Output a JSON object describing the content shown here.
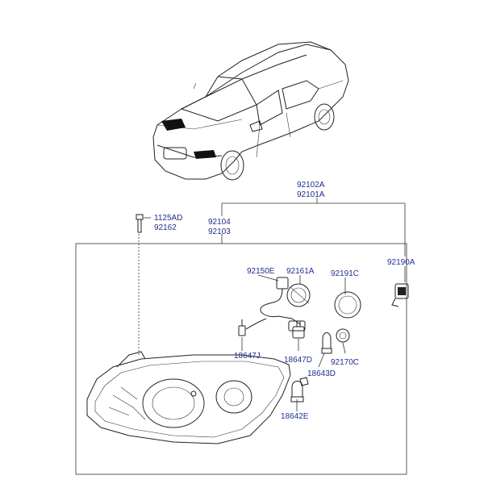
{
  "labels": {
    "assy_rh": "92102A",
    "assy_lh": "92101A",
    "housing_rh": "92104",
    "housing_lh": "92103",
    "bolt": "1125AD",
    "bolt2": "92162",
    "harness": "92150E",
    "cap_low": "92161A",
    "cap_high": "92191C",
    "leveling_unit": "92190A",
    "bulb_j": "18647J",
    "bulb_d": "18647D",
    "bulb_643d": "18643D",
    "socket_170c": "92170C",
    "bulb_642e": "18642E"
  },
  "colors": {
    "label": "#1f2f8f",
    "line": "#333333"
  }
}
